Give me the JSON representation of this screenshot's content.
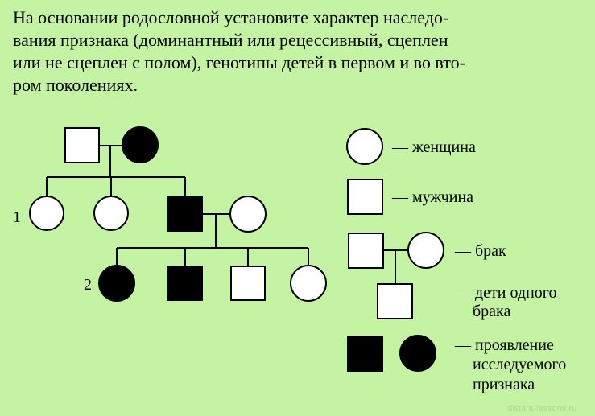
{
  "task": {
    "lines": [
      "На основании родословной установите характер наследо-",
      "вания признака (доминантный или рецессивный, сцеплен",
      "или не сцеплен с полом), генотипы детей в первом и во вто-",
      "ром поколениях."
    ]
  },
  "pedigree": {
    "generation_labels": [
      "1",
      "2"
    ],
    "parents": [
      {
        "sex": "male",
        "affected": false
      },
      {
        "sex": "female",
        "affected": true
      }
    ],
    "generation1": [
      {
        "sex": "female",
        "affected": false
      },
      {
        "sex": "female",
        "affected": false
      },
      {
        "sex": "male",
        "affected": true
      },
      {
        "sex": "female",
        "affected": false,
        "spouse": true
      }
    ],
    "generation2": [
      {
        "sex": "female",
        "affected": true
      },
      {
        "sex": "male",
        "affected": true
      },
      {
        "sex": "male",
        "affected": false
      },
      {
        "sex": "female",
        "affected": false
      }
    ]
  },
  "legend": {
    "woman": "— женщина",
    "man": "— мужчина",
    "marriage": "— брак",
    "children_line1": "— дети одного",
    "children_line2": "брака",
    "trait_line1": "— проявление",
    "trait_line2": "исследуемого",
    "trait_line3": "признака"
  },
  "watermark": "distant-lessons.ru",
  "colors": {
    "background": "#c4f4a3",
    "affected": "#000000",
    "unaffected": "#ffffff"
  }
}
